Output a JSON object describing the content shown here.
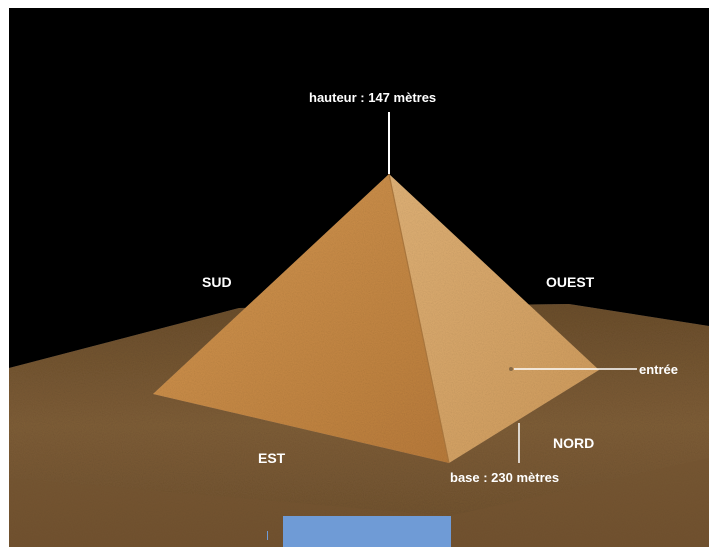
{
  "diagram": {
    "height_label": "hauteur : 147 mètres",
    "base_label": "base : 230 mètres",
    "entrance_label": "entrée",
    "directions": {
      "south": "SUD",
      "west": "OUEST",
      "east": "EST",
      "north": "NORD"
    }
  },
  "colors": {
    "sky": "#000000",
    "ground": "#7a5a35",
    "pyramid_left_face": "#c98a44",
    "pyramid_right_face": "#d9a566",
    "label": "#ffffff",
    "bottom_bar": "#6f9bd6"
  }
}
